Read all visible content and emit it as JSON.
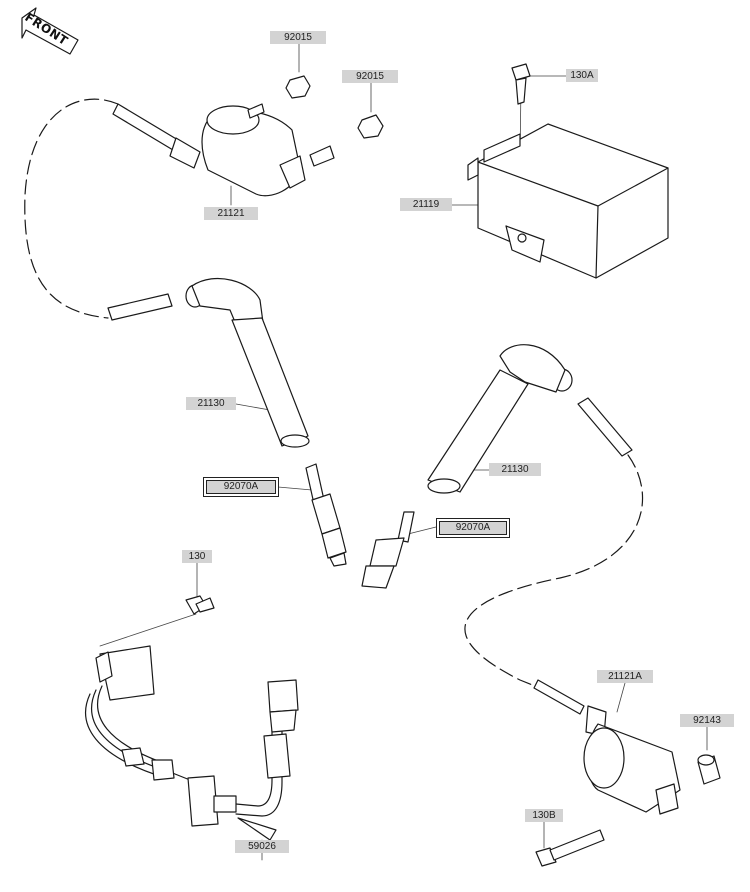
{
  "front_label": "FRONT",
  "parts": {
    "nut_left": "92015",
    "nut_right": "92015",
    "bolt_top": "130A",
    "ignitor": "21119",
    "coil_left": "21121",
    "cap_left": "21130",
    "cap_right": "21130",
    "plug_left": "92070A",
    "plug_right": "92070A",
    "bolt_left": "130",
    "coil_right": "21121A",
    "collar": "92143",
    "bolt_bottom": "130B",
    "harness": "59026"
  }
}
